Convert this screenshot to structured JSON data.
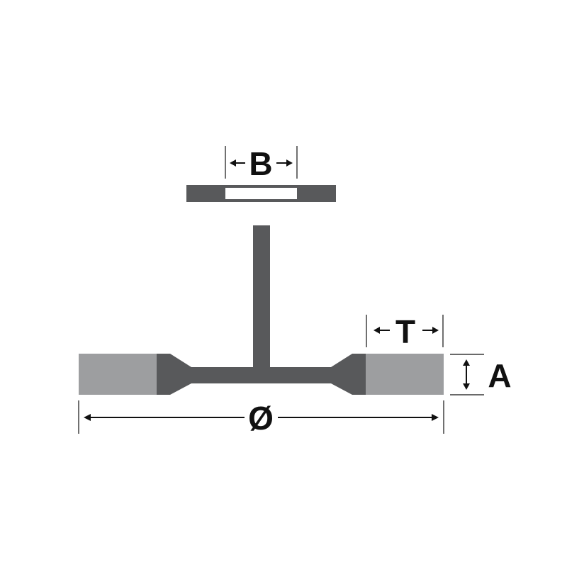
{
  "labels": {
    "bore": "B",
    "trim_length": "T",
    "face_width": "A",
    "diameter": "Ø"
  },
  "colors": {
    "hub": "#58595b",
    "filament": "#9d9e a0",
    "ink": "#111111",
    "bore_fill": "#ffffff"
  }
}
